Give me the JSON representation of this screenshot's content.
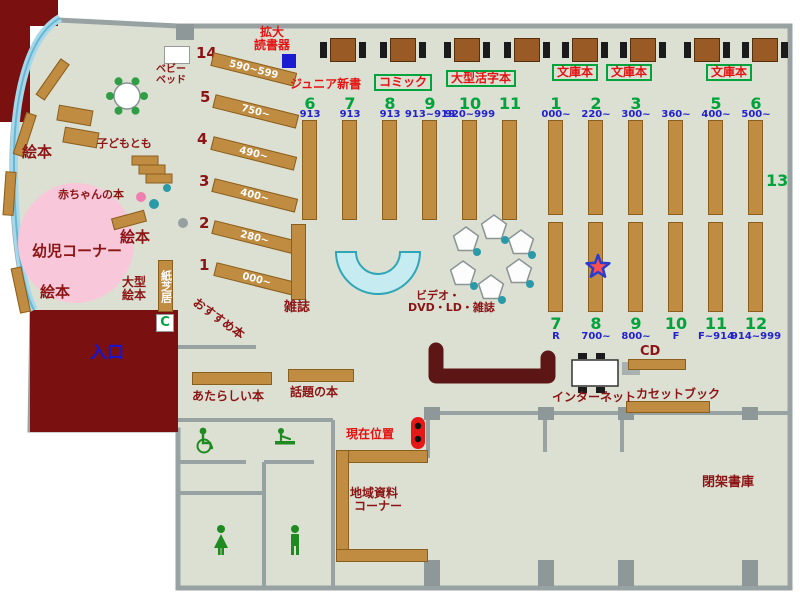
{
  "labels": {
    "magnifier_line1": "拡大",
    "magnifier_line2": "読書器",
    "junior_shinsho": "ジュニア新書",
    "comic": "コミック",
    "large_print": "大型活字本",
    "bunko_1": "文庫本",
    "bunko_2": "文庫本",
    "bunko_3": "文庫本",
    "baby_bed_1": "ベビー",
    "baby_bed_2": "ベッド",
    "kodomotomo": "子どもとも",
    "baby_books": "赤ちゃんの本",
    "infant_corner": "幼児コーナー",
    "ehon_1": "絵本",
    "ehon_2": "絵本",
    "ehon_3": "絵本",
    "large_ehon_1": "大型",
    "large_ehon_2": "絵本",
    "kamishibai": "紙芝居",
    "c_mark": "C",
    "osusume": "おすすめ本",
    "entrance": "入口",
    "new_books": "あたらしい本",
    "topic_books": "話題の本",
    "magazines": "雑誌",
    "video_line1": "ビデオ・",
    "video_line2": "DVD・LD・雑誌",
    "current_location": "現在位置",
    "local_line1": "地域資料",
    "local_line2": "コーナー",
    "internet": "インターネット",
    "cd": "CD",
    "cassette_book": "カセットブック",
    "closed_stacks": "閉架書庫",
    "shelf_13": "13"
  },
  "fan_shelves": [
    {
      "num": "14",
      "range": "590~599"
    },
    {
      "num": "5",
      "range": "750~"
    },
    {
      "num": "4",
      "range": "490~"
    },
    {
      "num": "3",
      "range": "400~"
    },
    {
      "num": "2",
      "range": "280~"
    },
    {
      "num": "1",
      "range": "000~"
    }
  ],
  "top_left_shelves": [
    {
      "num": "6",
      "range": "913"
    },
    {
      "num": "7",
      "range": "913"
    },
    {
      "num": "8",
      "range": "913"
    },
    {
      "num": "9",
      "range": "913~919"
    },
    {
      "num": "10",
      "range": "920~999"
    },
    {
      "num": "11",
      "range": ""
    }
  ],
  "top_right_shelves": [
    {
      "num": "1",
      "range": "000~"
    },
    {
      "num": "2",
      "range": "220~"
    },
    {
      "num": "3",
      "range": "300~"
    },
    {
      "num": "",
      "range": "360~"
    },
    {
      "num": "5",
      "range": "400~"
    },
    {
      "num": "6",
      "range": "500~"
    }
  ],
  "bottom_right_shelves": [
    {
      "num": "7",
      "range": "R"
    },
    {
      "num": "8",
      "range": "700~"
    },
    {
      "num": "9",
      "range": "800~"
    },
    {
      "num": "10",
      "range": "F"
    },
    {
      "num": "11",
      "range": "F~914"
    },
    {
      "num": "12",
      "range": "914~999"
    }
  ],
  "colors": {
    "floor": "#dce0d3",
    "wall": "#98a2a2",
    "maroon_block": "#7a1010",
    "shelf": "#c08c42",
    "green_number": "#00a33c",
    "blue_range": "#2222cc",
    "red_label": "#e31212",
    "dark_red_label": "#8b1414",
    "entrance_blue": "#1515d6",
    "window_blue": "#a5d8ea",
    "infant_pink": "#f8c8da",
    "magazine_teal": "#c6ecf2",
    "counter": "#5c1616"
  }
}
